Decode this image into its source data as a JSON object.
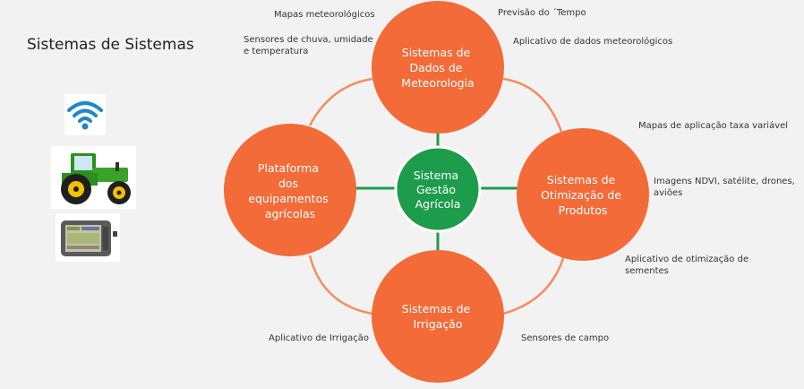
{
  "title": "Sistemas de Sistemas",
  "colors": {
    "orange": "#f26b38",
    "green": "#1d9c4c",
    "connector_orange": "#f58d5e",
    "connector_green": "#1d9c4c",
    "background": "#f2f2f2"
  },
  "icons": [
    "wifi-icon",
    "tractor-icon",
    "display-terminal-icon"
  ],
  "nodes": {
    "center": [
      "Sistema",
      "Gestão",
      "Agrícola"
    ],
    "top": [
      "Sistemas de",
      "Dados de",
      "Meteorologia"
    ],
    "left": [
      "Plataforma",
      "dos",
      "equipamentos",
      "agrícolas"
    ],
    "right": [
      "Sistemas de",
      "Otimização de",
      "Produtos"
    ],
    "bottom": [
      "Sistemas de",
      "Irrigação"
    ]
  },
  "annotations": {
    "mapas_meteo": "Mapas meteorológicos",
    "previsao": "Previsão do ´Tempo",
    "sensores_chuva": [
      "Sensores de chuva, umidade",
      "e temperatura"
    ],
    "app_dados_meteo": "Aplicativo de dados meteorológicos",
    "mapas_aplicacao": "Mapas de aplicação taxa variável",
    "imagens_ndvi": [
      "Imagens NDVI, satélite, drones,",
      "aviões"
    ],
    "app_sementes": [
      "Aplicativo de otimização de",
      "sementes"
    ],
    "app_irrigacao": "Aplicativo de Irrigação",
    "sensores_campo": "Sensores de campo"
  }
}
